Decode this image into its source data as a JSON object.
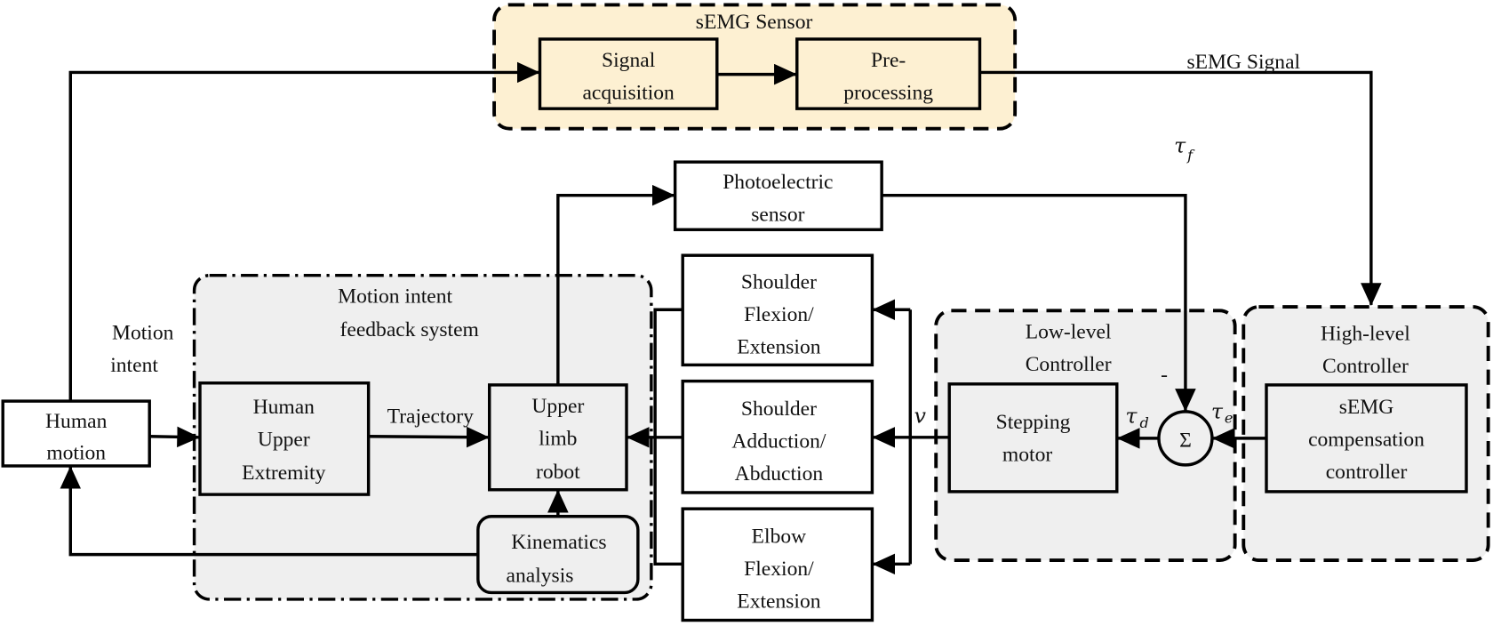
{
  "colors": {
    "sensor_fill": "#fdf0d2",
    "group_fill": "#efefef",
    "stroke": "#000000"
  },
  "groups": {
    "semg_sensor": {
      "title": "sEMG Sensor"
    },
    "motion_intent_feedback": {
      "title_line1": "Motion intent",
      "title_line2": "feedback system"
    },
    "low_level": {
      "title_line1": "Low-level",
      "title_line2": "Controller"
    },
    "high_level": {
      "title_line1": "High-level",
      "title_line2": "Controller"
    }
  },
  "blocks": {
    "signal_acquisition": {
      "line1": "Signal",
      "line2": "acquisition"
    },
    "preprocessing": {
      "line1": "Pre-",
      "line2": "processing"
    },
    "photoelectric_sensor": {
      "line1": "Photoelectric",
      "line2": "sensor"
    },
    "human_motion": {
      "line1": "Human",
      "line2": "motion"
    },
    "human_upper_extremity": {
      "line1": "Human",
      "line2": "Upper",
      "line3": "Extremity"
    },
    "upper_limb_robot": {
      "line1": "Upper",
      "line2": "limb",
      "line3": "robot"
    },
    "kinematics_analysis": {
      "line1": "Kinematics",
      "line2": "analysis"
    },
    "shoulder_flexion": {
      "line1": "Shoulder",
      "line2": "Flexion/",
      "line3": "Extension"
    },
    "shoulder_adduction": {
      "line1": "Shoulder",
      "line2": "Adduction/",
      "line3": "Abduction"
    },
    "elbow_flexion": {
      "line1": "Elbow",
      "line2": "Flexion/",
      "line3": "Extension"
    },
    "stepping_motor": {
      "line1": "Stepping",
      "line2": "motor"
    },
    "semg_compensation": {
      "line1": "sEMG",
      "line2": "compensation",
      "line3": "controller"
    },
    "summing_junction": {
      "symbol": "Σ"
    }
  },
  "labels": {
    "semg_signal": "sEMG Signal",
    "motion_intent_line1": "Motion",
    "motion_intent_line2": "intent",
    "trajectory": "Trajectory",
    "tau": "τ",
    "tau_f_sub": "f",
    "tau_d_sub": "d",
    "tau_e_sub": "e",
    "v": "v",
    "minus": "-"
  }
}
